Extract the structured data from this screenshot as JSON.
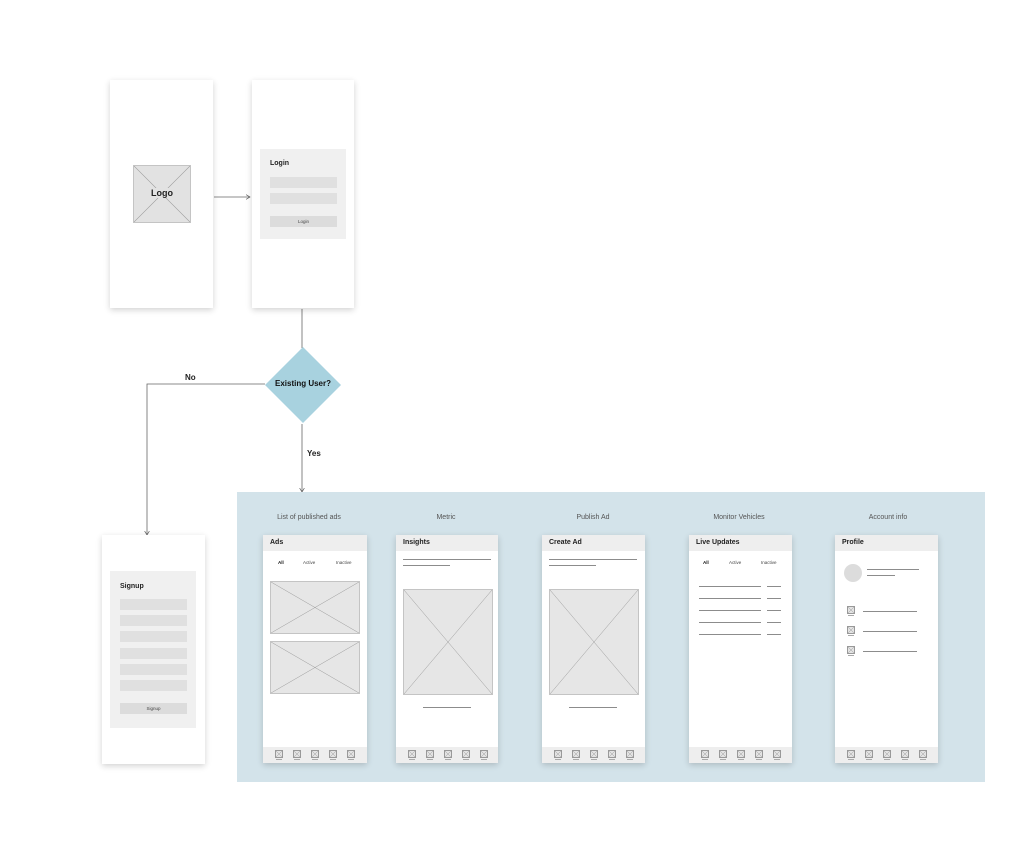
{
  "splash": {
    "logo_label": "Logo"
  },
  "login": {
    "title": "Login",
    "button": "Login"
  },
  "decision": {
    "label": "Existing User?",
    "no_label": "No",
    "yes_label": "Yes"
  },
  "signup": {
    "title": "Signup",
    "button": "Signup"
  },
  "flows": [
    {
      "title": "List of published ads",
      "header": "Ads",
      "tabs": [
        "All",
        "Active",
        "Inactive"
      ]
    },
    {
      "title": "Metric",
      "header": "Insights"
    },
    {
      "title": "Publish Ad",
      "header": "Create Ad"
    },
    {
      "title": "Monitor Vehicles",
      "header": "Live Updates",
      "tabs": [
        "All",
        "Active",
        "Inactive"
      ]
    },
    {
      "title": "Account info",
      "header": "Profile"
    }
  ],
  "colors": {
    "decision_fill": "#a8d2df",
    "panel_bg": "#d3e3ea",
    "field": "#e0e0e0",
    "card": "#f0f0f0"
  }
}
